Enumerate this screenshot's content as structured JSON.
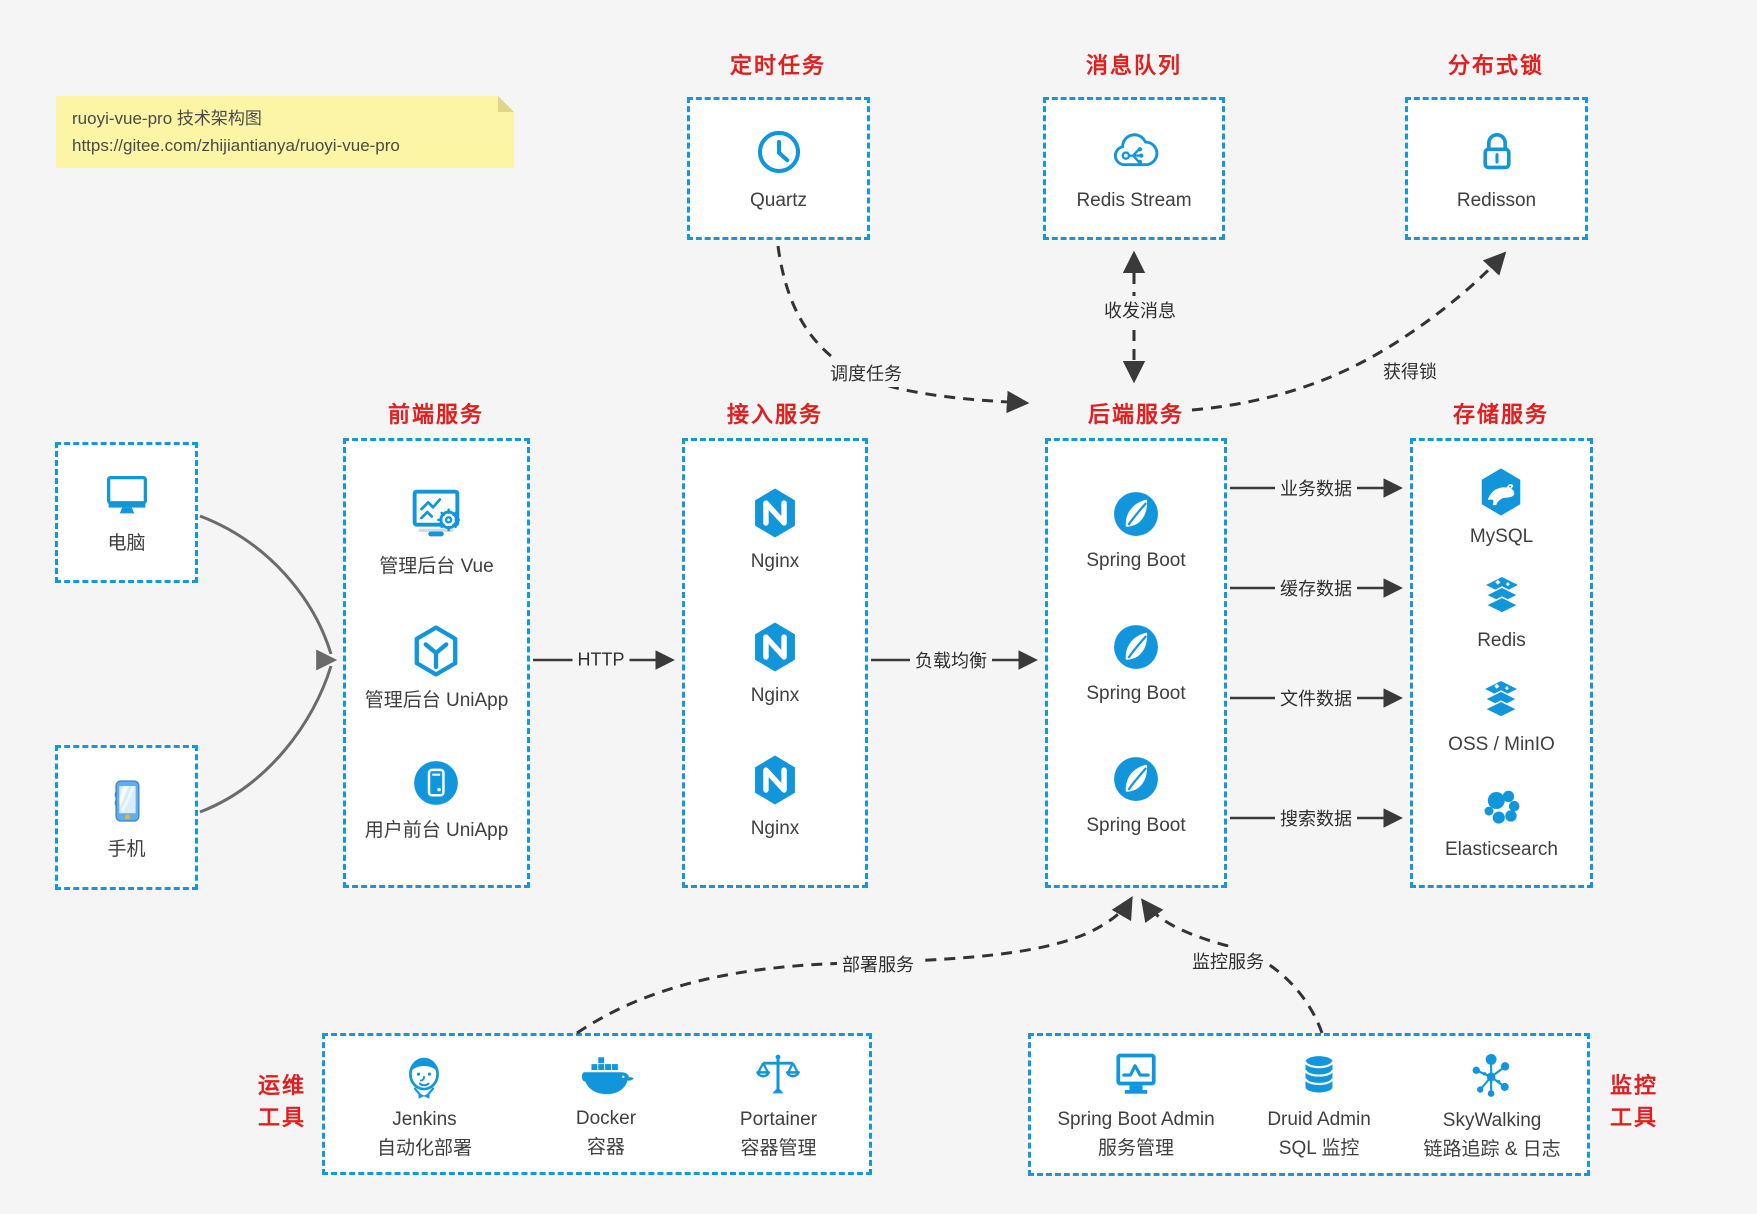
{
  "note": {
    "line1": "ruoyi-vue-pro 技术架构图",
    "line2": "https://gitee.com/zhijiantianya/ruoyi-vue-pro"
  },
  "colors": {
    "accent_blue": "#1697dd",
    "icon_blue": "#1296db",
    "title_red": "#e02020",
    "canvas_bg": "#f5f5f6",
    "box_bg": "#ffffff",
    "arrow_dark": "#3a3a3a",
    "arrow_gray": "#6b6b6b",
    "note_bg": "#fbf5a5"
  },
  "top_groups": [
    {
      "title": "定时任务",
      "icon": "clock-icon",
      "label": "Quartz"
    },
    {
      "title": "消息队列",
      "icon": "cloud-stream-icon",
      "label": "Redis Stream"
    },
    {
      "title": "分布式锁",
      "icon": "lock-icon",
      "label": "Redisson"
    }
  ],
  "clients": [
    {
      "icon": "desktop-icon",
      "label": "电脑"
    },
    {
      "icon": "phone-icon",
      "label": "手机"
    }
  ],
  "columns": [
    {
      "title": "前端服务",
      "items": [
        {
          "icon": "admin-vue-icon",
          "label": "管理后台 Vue"
        },
        {
          "icon": "uniapp-cube-icon",
          "label": "管理后台 UniApp"
        },
        {
          "icon": "user-app-icon",
          "label": "用户前台 UniApp"
        }
      ]
    },
    {
      "title": "接入服务",
      "items": [
        {
          "icon": "nginx-icon",
          "label": "Nginx"
        },
        {
          "icon": "nginx-icon",
          "label": "Nginx"
        },
        {
          "icon": "nginx-icon",
          "label": "Nginx"
        }
      ]
    },
    {
      "title": "后端服务",
      "items": [
        {
          "icon": "spring-icon",
          "label": "Spring Boot"
        },
        {
          "icon": "spring-icon",
          "label": "Spring Boot"
        },
        {
          "icon": "spring-icon",
          "label": "Spring Boot"
        }
      ]
    },
    {
      "title": "存储服务",
      "items": [
        {
          "icon": "mysql-icon",
          "label": "MySQL"
        },
        {
          "icon": "redis-icon",
          "label": "Redis"
        },
        {
          "icon": "oss-icon",
          "label": "OSS / MinIO"
        },
        {
          "icon": "elasticsearch-icon",
          "label": "Elasticsearch"
        }
      ]
    }
  ],
  "bottom_groups": [
    {
      "title_line1": "运维",
      "title_line2": "工具",
      "items": [
        {
          "icon": "jenkins-icon",
          "label": "Jenkins",
          "sublabel": "自动化部署"
        },
        {
          "icon": "docker-icon",
          "label": "Docker",
          "sublabel": "容器"
        },
        {
          "icon": "portainer-icon",
          "label": "Portainer",
          "sublabel": "容器管理"
        }
      ]
    },
    {
      "title_line1": "监控",
      "title_line2": "工具",
      "items": [
        {
          "icon": "monitor-chart-icon",
          "label": "Spring Boot Admin",
          "sublabel": "服务管理"
        },
        {
          "icon": "database-icon",
          "label": "Druid Admin",
          "sublabel": "SQL 监控"
        },
        {
          "icon": "network-nodes-icon",
          "label": "SkyWalking",
          "sublabel": "链路追踪 & 日志"
        }
      ]
    }
  ],
  "edges": {
    "schedule": "调度任务",
    "message": "收发消息",
    "acquire_lock": "获得锁",
    "http": "HTTP",
    "load_balance": "负载均衡",
    "business_data": "业务数据",
    "cache_data": "缓存数据",
    "file_data": "文件数据",
    "search_data": "搜索数据",
    "deploy": "部署服务",
    "monitor": "监控服务"
  }
}
